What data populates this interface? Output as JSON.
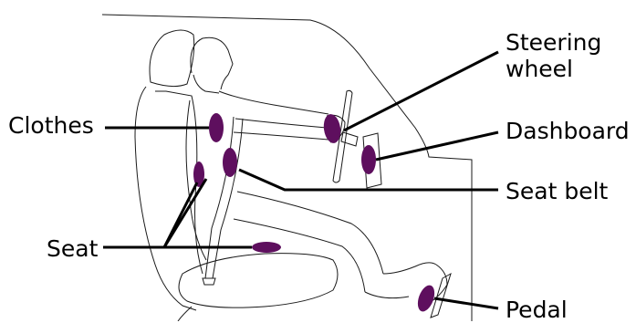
{
  "colors": {
    "sensor": "#5e0f5e",
    "outline": "#1a1a1a",
    "leader": "#000000"
  },
  "labels": {
    "clothes": "Clothes",
    "seat": "Seat",
    "steering_line1": "Steering",
    "steering_line2": "wheel",
    "dashboard": "Dashboard",
    "seat_belt": "Seat belt",
    "pedal": "Pedal"
  }
}
